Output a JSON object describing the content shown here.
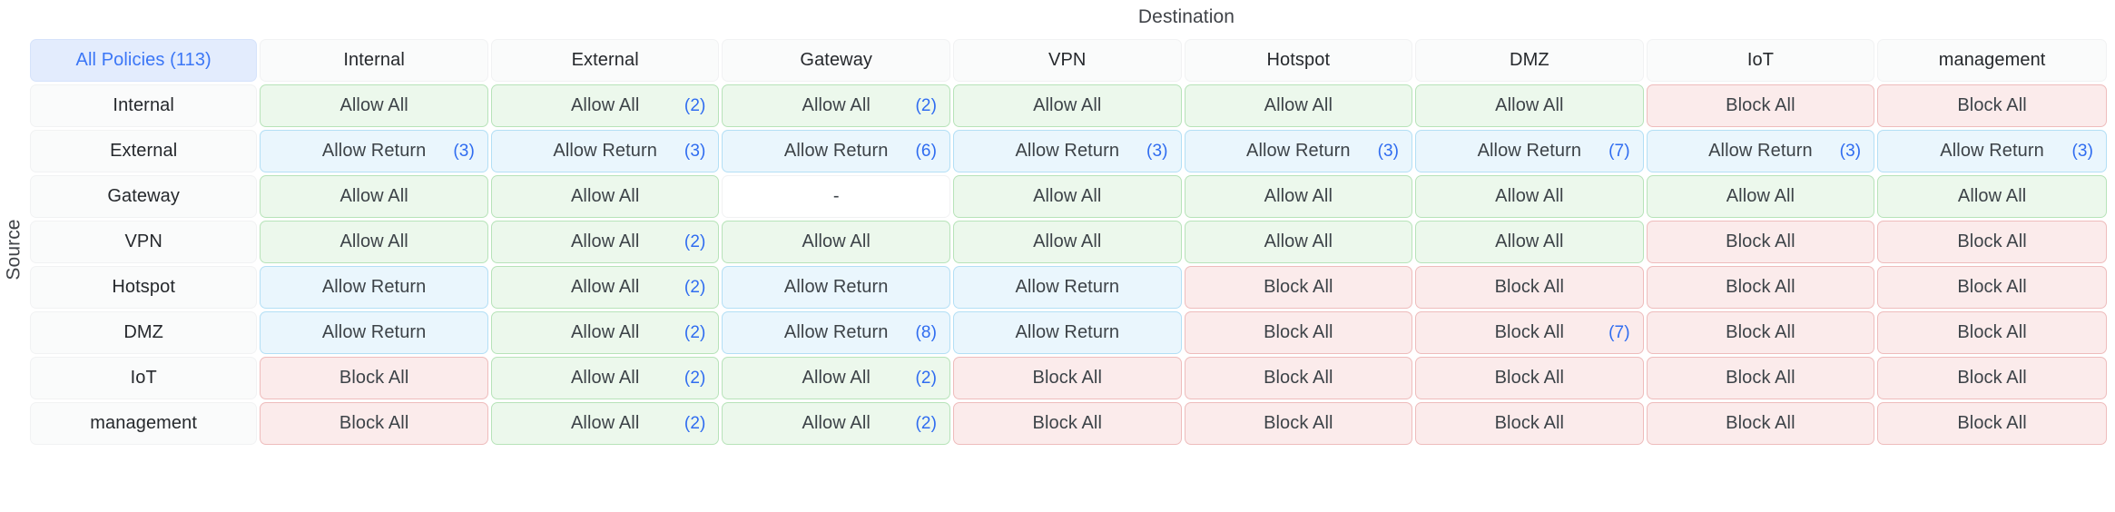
{
  "axes": {
    "destination_label": "Destination",
    "source_label": "Source"
  },
  "corner": {
    "label": "All Policies (113)",
    "total_policies": 113
  },
  "colors": {
    "allow": "#ecf8ec",
    "allow_border": "#b7e3b9",
    "allow_return": "#eaf6fd",
    "allow_return_border": "#b3dff5",
    "block": "#fbebeb",
    "block_border": "#eebcbc",
    "badge": "#2f6cf0",
    "corner_bg": "#e3ecfd",
    "corner_text": "#3b76f6"
  },
  "destinations": [
    "Internal",
    "External",
    "Gateway",
    "VPN",
    "Hotspot",
    "DMZ",
    "IoT",
    "management"
  ],
  "sources": [
    "Internal",
    "External",
    "Gateway",
    "VPN",
    "Hotspot",
    "DMZ",
    "IoT",
    "management"
  ],
  "rows": [
    {
      "source": "Internal",
      "cells": [
        {
          "label": "Allow All",
          "badge": "",
          "kind": "allow"
        },
        {
          "label": "Allow All",
          "badge": "(2)",
          "kind": "allow"
        },
        {
          "label": "Allow All",
          "badge": "(2)",
          "kind": "allow"
        },
        {
          "label": "Allow All",
          "badge": "",
          "kind": "allow"
        },
        {
          "label": "Allow All",
          "badge": "",
          "kind": "allow"
        },
        {
          "label": "Allow All",
          "badge": "",
          "kind": "allow"
        },
        {
          "label": "Block All",
          "badge": "",
          "kind": "block"
        },
        {
          "label": "Block All",
          "badge": "",
          "kind": "block"
        }
      ]
    },
    {
      "source": "External",
      "cells": [
        {
          "label": "Allow Return",
          "badge": "(3)",
          "kind": "return"
        },
        {
          "label": "Allow Return",
          "badge": "(3)",
          "kind": "return"
        },
        {
          "label": "Allow Return",
          "badge": "(6)",
          "kind": "return"
        },
        {
          "label": "Allow Return",
          "badge": "(3)",
          "kind": "return"
        },
        {
          "label": "Allow Return",
          "badge": "(3)",
          "kind": "return"
        },
        {
          "label": "Allow Return",
          "badge": "(7)",
          "kind": "return"
        },
        {
          "label": "Allow Return",
          "badge": "(3)",
          "kind": "return"
        },
        {
          "label": "Allow Return",
          "badge": "(3)",
          "kind": "return"
        }
      ]
    },
    {
      "source": "Gateway",
      "cells": [
        {
          "label": "Allow All",
          "badge": "",
          "kind": "allow"
        },
        {
          "label": "Allow All",
          "badge": "",
          "kind": "allow"
        },
        {
          "label": "-",
          "badge": "",
          "kind": "none"
        },
        {
          "label": "Allow All",
          "badge": "",
          "kind": "allow"
        },
        {
          "label": "Allow All",
          "badge": "",
          "kind": "allow"
        },
        {
          "label": "Allow All",
          "badge": "",
          "kind": "allow"
        },
        {
          "label": "Allow All",
          "badge": "",
          "kind": "allow"
        },
        {
          "label": "Allow All",
          "badge": "",
          "kind": "allow"
        }
      ]
    },
    {
      "source": "VPN",
      "cells": [
        {
          "label": "Allow All",
          "badge": "",
          "kind": "allow"
        },
        {
          "label": "Allow All",
          "badge": "(2)",
          "kind": "allow"
        },
        {
          "label": "Allow All",
          "badge": "",
          "kind": "allow"
        },
        {
          "label": "Allow All",
          "badge": "",
          "kind": "allow"
        },
        {
          "label": "Allow All",
          "badge": "",
          "kind": "allow"
        },
        {
          "label": "Allow All",
          "badge": "",
          "kind": "allow"
        },
        {
          "label": "Block All",
          "badge": "",
          "kind": "block"
        },
        {
          "label": "Block All",
          "badge": "",
          "kind": "block"
        }
      ]
    },
    {
      "source": "Hotspot",
      "cells": [
        {
          "label": "Allow Return",
          "badge": "",
          "kind": "return"
        },
        {
          "label": "Allow All",
          "badge": "(2)",
          "kind": "allow"
        },
        {
          "label": "Allow Return",
          "badge": "",
          "kind": "return"
        },
        {
          "label": "Allow Return",
          "badge": "",
          "kind": "return"
        },
        {
          "label": "Block All",
          "badge": "",
          "kind": "block"
        },
        {
          "label": "Block All",
          "badge": "",
          "kind": "block"
        },
        {
          "label": "Block All",
          "badge": "",
          "kind": "block"
        },
        {
          "label": "Block All",
          "badge": "",
          "kind": "block"
        }
      ]
    },
    {
      "source": "DMZ",
      "cells": [
        {
          "label": "Allow Return",
          "badge": "",
          "kind": "return"
        },
        {
          "label": "Allow All",
          "badge": "(2)",
          "kind": "allow"
        },
        {
          "label": "Allow Return",
          "badge": "(8)",
          "kind": "return"
        },
        {
          "label": "Allow Return",
          "badge": "",
          "kind": "return"
        },
        {
          "label": "Block All",
          "badge": "",
          "kind": "block"
        },
        {
          "label": "Block All",
          "badge": "(7)",
          "kind": "block"
        },
        {
          "label": "Block All",
          "badge": "",
          "kind": "block"
        },
        {
          "label": "Block All",
          "badge": "",
          "kind": "block"
        }
      ]
    },
    {
      "source": "IoT",
      "cells": [
        {
          "label": "Block All",
          "badge": "",
          "kind": "block"
        },
        {
          "label": "Allow All",
          "badge": "(2)",
          "kind": "allow"
        },
        {
          "label": "Allow All",
          "badge": "(2)",
          "kind": "allow"
        },
        {
          "label": "Block All",
          "badge": "",
          "kind": "block"
        },
        {
          "label": "Block All",
          "badge": "",
          "kind": "block"
        },
        {
          "label": "Block All",
          "badge": "",
          "kind": "block"
        },
        {
          "label": "Block All",
          "badge": "",
          "kind": "block"
        },
        {
          "label": "Block All",
          "badge": "",
          "kind": "block"
        }
      ]
    },
    {
      "source": "management",
      "cells": [
        {
          "label": "Block All",
          "badge": "",
          "kind": "block"
        },
        {
          "label": "Allow All",
          "badge": "(2)",
          "kind": "allow"
        },
        {
          "label": "Allow All",
          "badge": "(2)",
          "kind": "allow"
        },
        {
          "label": "Block All",
          "badge": "",
          "kind": "block"
        },
        {
          "label": "Block All",
          "badge": "",
          "kind": "block"
        },
        {
          "label": "Block All",
          "badge": "",
          "kind": "block"
        },
        {
          "label": "Block All",
          "badge": "",
          "kind": "block"
        },
        {
          "label": "Block All",
          "badge": "",
          "kind": "block"
        }
      ]
    }
  ]
}
